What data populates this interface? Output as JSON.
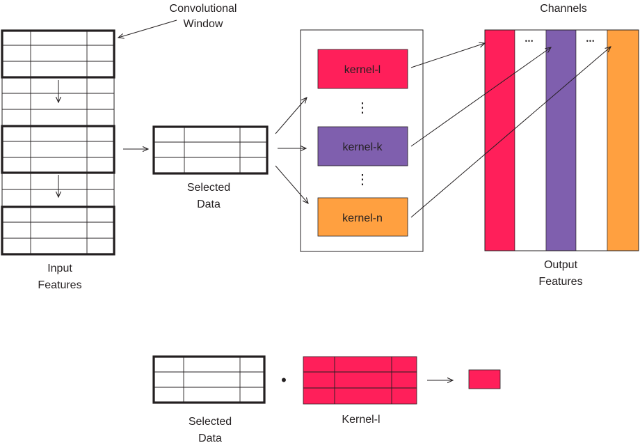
{
  "labels": {
    "conv_window_line1": "Convolutional",
    "conv_window_line2": "Window",
    "channels": "Channels",
    "input_line1": "Input",
    "input_line2": "Features",
    "selected_line1": "Selected",
    "selected_line2": "Data",
    "output_line1": "Output",
    "output_line2": "Features",
    "bottom_selected_line1": "Selected",
    "bottom_selected_line2": "Data",
    "bottom_kernel": "Kernel-l"
  },
  "kernels": [
    {
      "label": "kernel-l",
      "color": "#ff1f5a"
    },
    {
      "label": "kernel-k",
      "color": "#7f5fae"
    },
    {
      "label": "kernel-n",
      "color": "#ffa040"
    }
  ],
  "ellipsis_vertical": "⋮",
  "ellipsis_horizontal": "•••",
  "dot_operator": "•",
  "output_channels": [
    {
      "color": "#ff1f5a"
    },
    {
      "color": "#ffffff"
    },
    {
      "color": "#7f5fae"
    },
    {
      "color": "#ffffff"
    },
    {
      "color": "#ffa040"
    }
  ],
  "colors": {
    "kernel_l": "#ff1f5a",
    "kernel_k": "#7f5fae",
    "kernel_n": "#ffa040",
    "line": "#231f20"
  }
}
